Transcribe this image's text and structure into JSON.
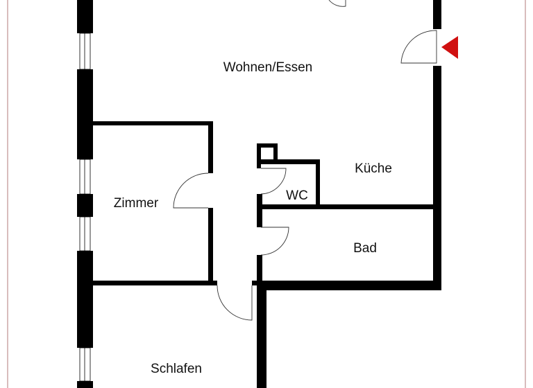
{
  "rooms": {
    "wohnen": "Wohnen/Essen",
    "kueche": "Küche",
    "wc": "WC",
    "zimmer": "Zimmer",
    "bad": "Bad",
    "schlafen": "Schlafen"
  },
  "colors": {
    "wall": "#000000",
    "frame": "#b07a78",
    "entrance_marker": "#d01010"
  },
  "icons": {
    "entrance": "entrance-triangle-icon"
  }
}
